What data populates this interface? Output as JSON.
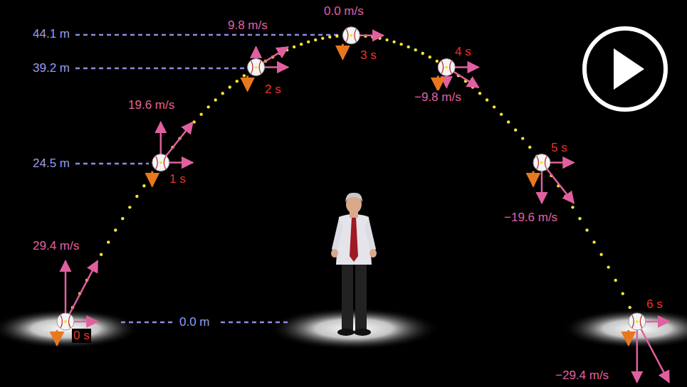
{
  "diagram": {
    "labels": [
      "44.1 m",
      "39.2 m",
      "24.5 m",
      "0.0 m",
      "29.4 m/s",
      "19.6 m/s",
      "9.8 m/s",
      "0.0 m/s",
      "−9.8 m/s",
      "−19.6 m/s",
      "−29.4 m/s",
      "0 s",
      "1 s",
      "2 s",
      "3 s",
      "4 s",
      "5 s",
      "6 s"
    ]
  }
}
